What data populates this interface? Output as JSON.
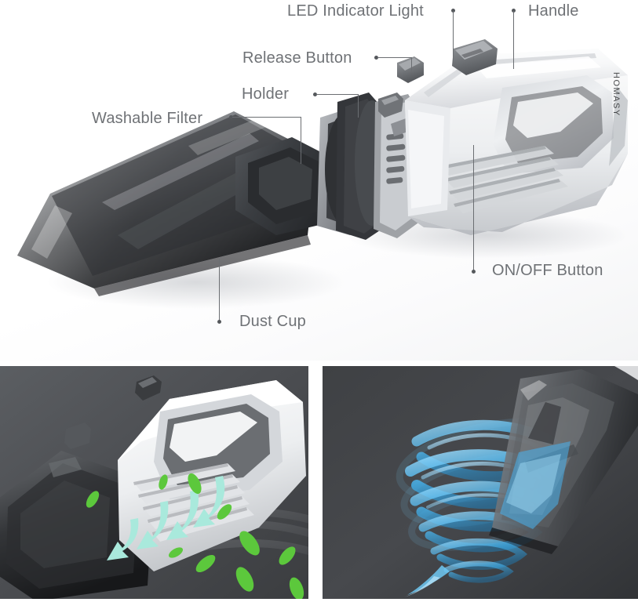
{
  "diagram": {
    "background_color": "#ffffff",
    "label_color": "#6f7276",
    "leader_color": "#6b6e72",
    "brand": "HOMASY",
    "labels": [
      {
        "id": "led-indicator-light",
        "text": "LED Indicator Light"
      },
      {
        "id": "handle",
        "text": "Handle"
      },
      {
        "id": "release-button",
        "text": "Release Button"
      },
      {
        "id": "holder",
        "text": "Holder"
      },
      {
        "id": "washable-filter",
        "text": "Washable Filter"
      },
      {
        "id": "on-off-button",
        "text": "ON/OFF Button"
      },
      {
        "id": "dust-cup",
        "text": "Dust Cup"
      }
    ]
  },
  "panels": {
    "background_color": "#4e5054",
    "left": {
      "id": "airflow-exhaust-photo",
      "caption": "",
      "accent_leaf_color": "#5cc83c",
      "accent_arrow_color": "#a9e9dc"
    },
    "right": {
      "id": "cyclone-suction-photo",
      "caption": "",
      "accent_color": "#3fb3ef"
    }
  },
  "colors": {
    "body_white": "#f2f3f4",
    "body_shadow": "#c9cccf",
    "dark_gray": "#3a3c3f",
    "mid_gray": "#6e7175",
    "cup_tint": "#2b2c2e"
  }
}
